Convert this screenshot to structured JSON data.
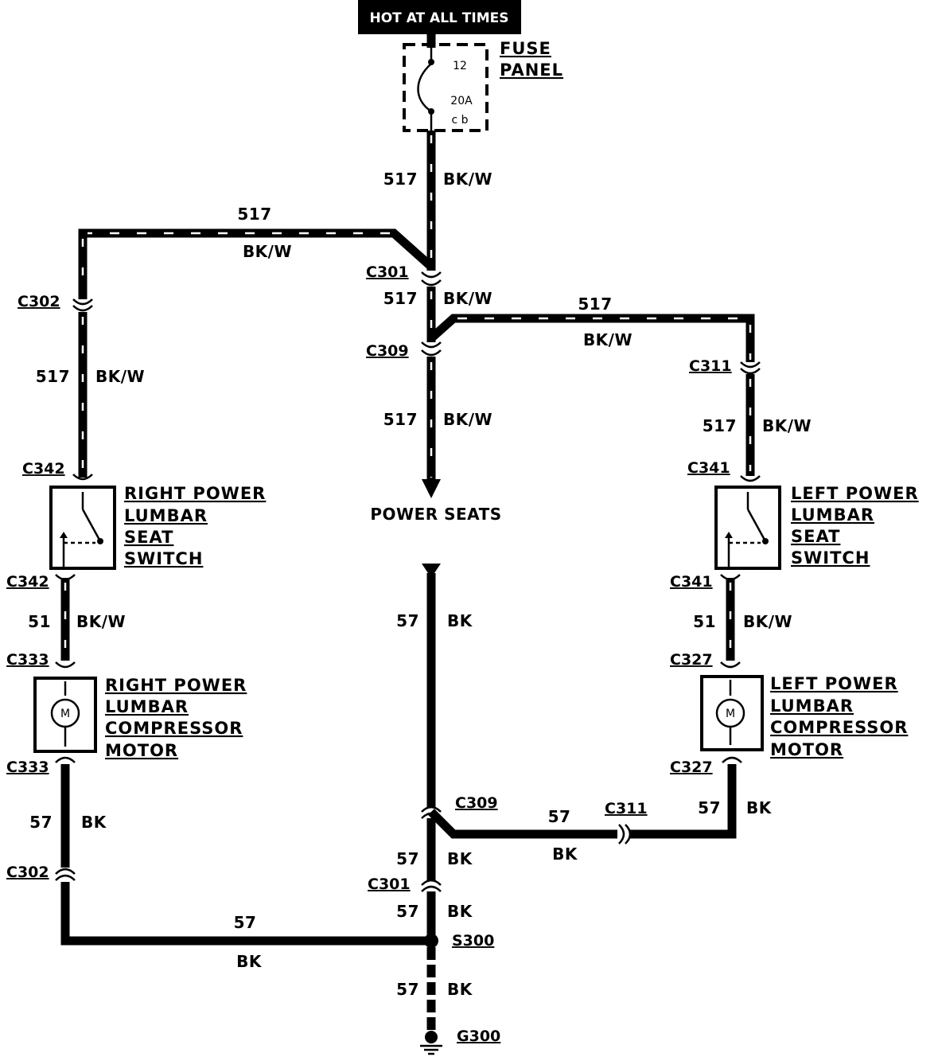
{
  "power_label": "HOT AT ALL TIMES",
  "fuse": {
    "number": "12",
    "rating": "20A",
    "type": "c b",
    "title_line1": "FUSE",
    "title_line2": "PANEL"
  },
  "wires": {
    "w517": "517",
    "bkw": "BK/W",
    "w51": "51",
    "w57": "57",
    "bk": "BK"
  },
  "connectors": {
    "c301": "C301",
    "c302": "C302",
    "c309": "C309",
    "c311": "C311",
    "c342": "C342",
    "c341": "C341",
    "c333": "C333",
    "c327": "C327",
    "s300": "S300",
    "g300": "G300"
  },
  "power_seats": "POWER SEATS",
  "components": {
    "right_switch": [
      "RIGHT POWER",
      "LUMBAR",
      "SEAT",
      "SWITCH"
    ],
    "left_switch": [
      "LEFT POWER",
      "LUMBAR",
      "SEAT",
      "SWITCH"
    ],
    "right_motor": [
      "RIGHT POWER",
      "LUMBAR",
      "COMPRESSOR",
      "MOTOR"
    ],
    "left_motor": [
      "LEFT POWER",
      "LUMBAR",
      "COMPRESSOR",
      "MOTOR"
    ],
    "motor_symbol": "M"
  }
}
